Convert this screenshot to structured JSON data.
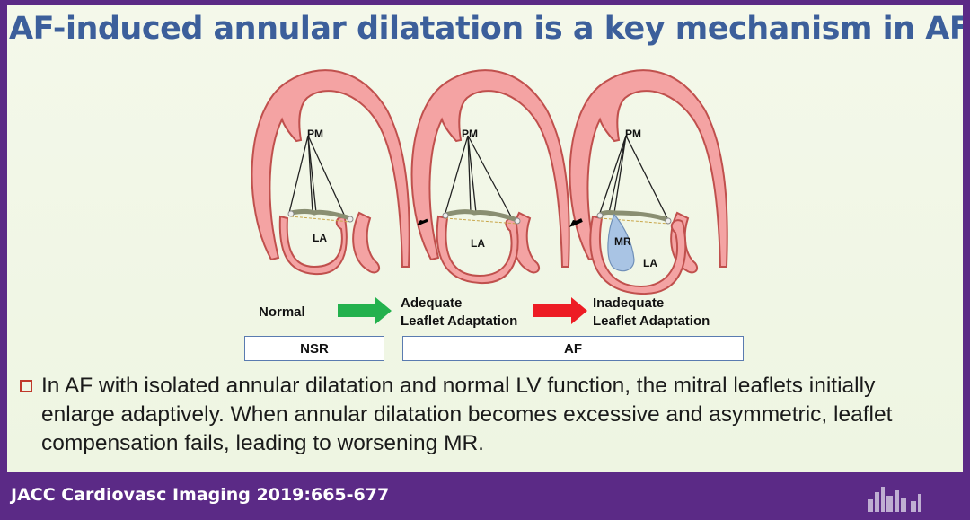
{
  "title": "AF-induced annular dilatation is a key mechanism in AFMR",
  "diagram": {
    "labels": {
      "pm": "PM",
      "la": "LA",
      "mr": "MR"
    },
    "stages": {
      "normal": "Normal",
      "adequate_line1": "Adequate",
      "adequate_line2": "Leaflet Adaptation",
      "inadequate_line1": "Inadequate",
      "inadequate_line2": "Leaflet Adaptation"
    },
    "boxes": {
      "nsr": "NSR",
      "af": "AF"
    },
    "colors": {
      "heart_fill": "#f4a3a3",
      "heart_stroke": "#c0504d",
      "green_arrow": "#23b14d",
      "red_arrow": "#ed1c24",
      "mr_jet": "#a9c4e4"
    }
  },
  "bullet": "In AF with isolated annular dilatation and normal LV function, the mitral leaflets initially enlarge adaptively. When annular dilatation becomes excessive and asymmetric, leaflet compensation fails, leading to worsening MR.",
  "footer": "JACC Cardiovasc Imaging 2019:665-677"
}
